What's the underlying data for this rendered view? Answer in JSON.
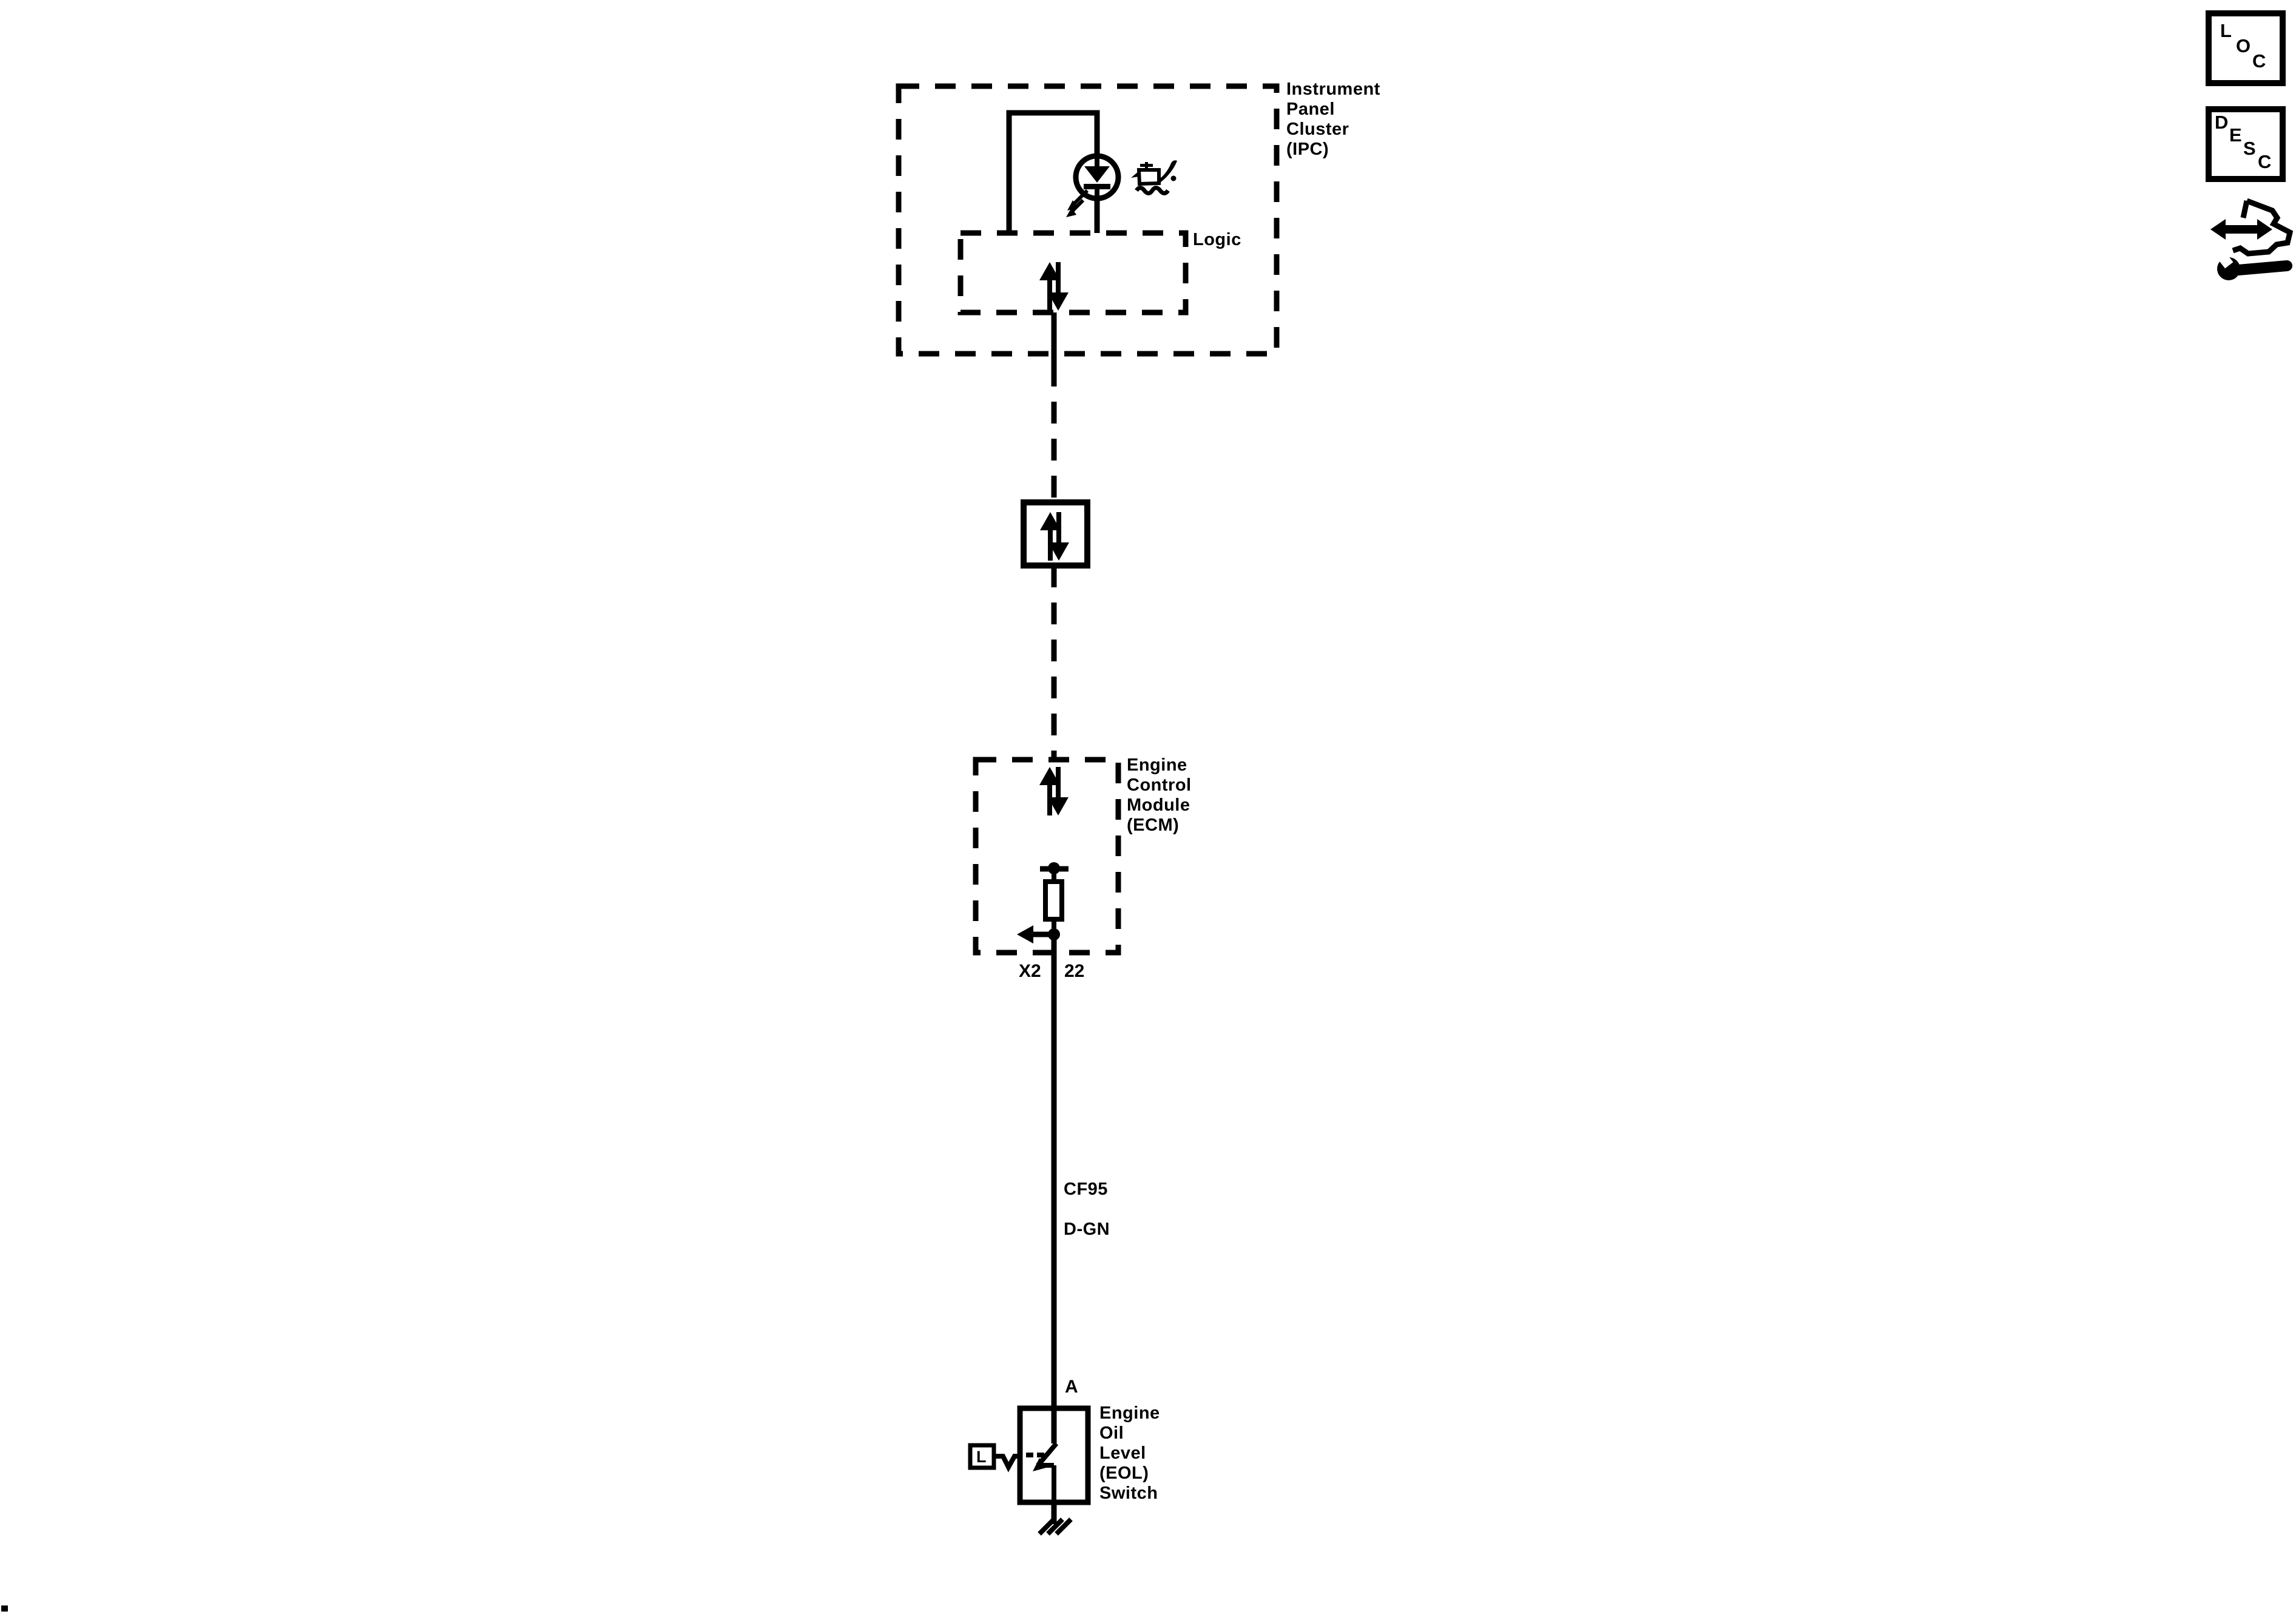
{
  "page": {
    "background": "#ffffff",
    "ink": "#000000"
  },
  "ipc": {
    "label": "Instrument\nPanel\nCluster\n(IPC)",
    "logic_label": "Logic",
    "indicator_icon": "engine-oil-can-icon",
    "lamp_icon": "led-indicator-icon"
  },
  "serial_link": {
    "symbol": "bidirectional-serial-data-arrows"
  },
  "ecm": {
    "label": "Engine\nControl\nModule\n(ECM)",
    "connector_id": "X2",
    "pin": "22"
  },
  "wire": {
    "circuit_number": "CF95",
    "color_code": "D-GN"
  },
  "eol_switch": {
    "pin": "A",
    "label": "Engine\nOil\nLevel\n(EOL)\nSwitch",
    "float_letter": "L",
    "ground": "chassis-ground-icon"
  },
  "nav_icons": {
    "loc": {
      "letters": [
        "L",
        "O",
        "C"
      ]
    },
    "desc": {
      "letters": [
        "D",
        "E",
        "S",
        "C"
      ]
    },
    "connector_tool": "arrow-wrench-icon"
  }
}
